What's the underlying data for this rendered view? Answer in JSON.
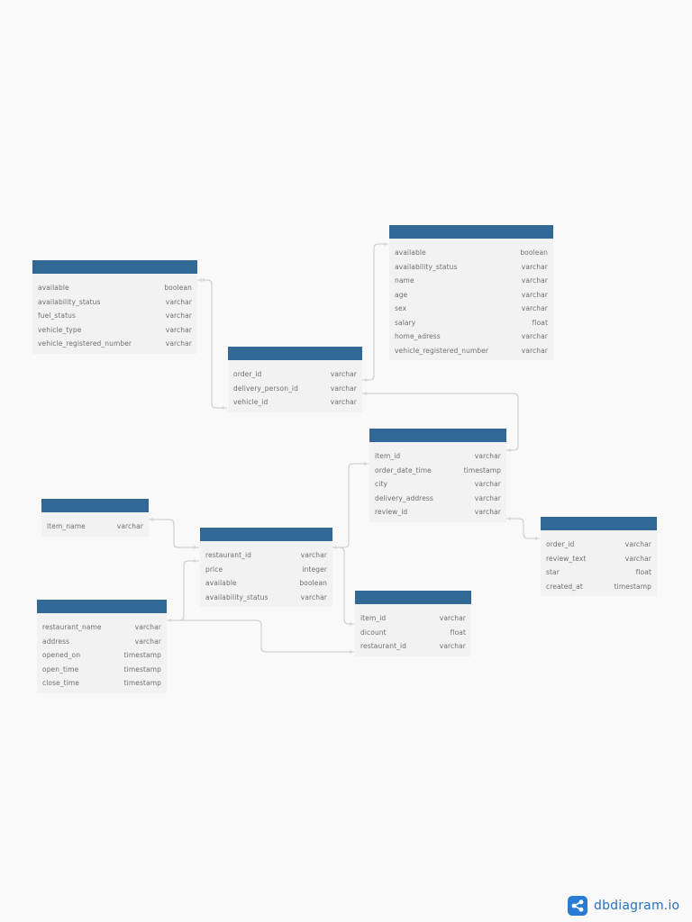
{
  "brand": {
    "name": "dbdiagram.io",
    "icon": "share-icon",
    "color": "#2a7bd4"
  },
  "colors": {
    "header": "#316896",
    "body": "#f2f2f2",
    "line": "#c8c8c8",
    "text": "#707070"
  },
  "tables": [
    {
      "id": "vehicle",
      "columns": [
        {
          "name": "available",
          "type": "boolean"
        },
        {
          "name": "availability_status",
          "type": "varchar"
        },
        {
          "name": "fuel_status",
          "type": "varchar"
        },
        {
          "name": "vehicle_type",
          "type": "varchar"
        },
        {
          "name": "vehicle_registered_number",
          "type": "varchar"
        }
      ]
    },
    {
      "id": "delivery_person",
      "columns": [
        {
          "name": "available",
          "type": "boolean"
        },
        {
          "name": "availability_status",
          "type": "varchar"
        },
        {
          "name": "name",
          "type": "varchar"
        },
        {
          "name": "age",
          "type": "varchar"
        },
        {
          "name": "sex",
          "type": "varchar"
        },
        {
          "name": "salary",
          "type": "float"
        },
        {
          "name": "home_adress",
          "type": "varchar"
        },
        {
          "name": "vehicle_registered_number",
          "type": "varchar"
        }
      ]
    },
    {
      "id": "delivery",
      "columns": [
        {
          "name": "order_id",
          "type": "varchar"
        },
        {
          "name": "delivery_person_id",
          "type": "varchar"
        },
        {
          "name": "vehicle_id",
          "type": "varchar"
        }
      ]
    },
    {
      "id": "orders",
      "columns": [
        {
          "name": "item_id",
          "type": "varchar"
        },
        {
          "name": "order_date_time",
          "type": "timestamp"
        },
        {
          "name": "city",
          "type": "varchar"
        },
        {
          "name": "delivery_address",
          "type": "varchar"
        },
        {
          "name": "review_id",
          "type": "varchar"
        }
      ]
    },
    {
      "id": "item",
      "columns": [
        {
          "name": "item_name",
          "type": "varchar"
        }
      ]
    },
    {
      "id": "menu",
      "columns": [
        {
          "name": "restaurant_id",
          "type": "varchar"
        },
        {
          "name": "price",
          "type": "integer"
        },
        {
          "name": "available",
          "type": "boolean"
        },
        {
          "name": "availability_status",
          "type": "varchar"
        }
      ]
    },
    {
      "id": "review",
      "columns": [
        {
          "name": "order_id",
          "type": "varchar"
        },
        {
          "name": "review_text",
          "type": "varchar"
        },
        {
          "name": "star",
          "type": "float"
        },
        {
          "name": "created_at",
          "type": "timestamp"
        }
      ]
    },
    {
      "id": "restaurant",
      "columns": [
        {
          "name": "restaurant_name",
          "type": "varchar"
        },
        {
          "name": "address",
          "type": "varchar"
        },
        {
          "name": "opened_on",
          "type": "timestamp"
        },
        {
          "name": "open_time",
          "type": "timestamp"
        },
        {
          "name": "close_time",
          "type": "timestamp"
        }
      ]
    },
    {
      "id": "offer",
      "columns": [
        {
          "name": "item_id",
          "type": "varchar"
        },
        {
          "name": "dicount",
          "type": "float"
        },
        {
          "name": "restaurant_id",
          "type": "varchar"
        }
      ]
    }
  ]
}
